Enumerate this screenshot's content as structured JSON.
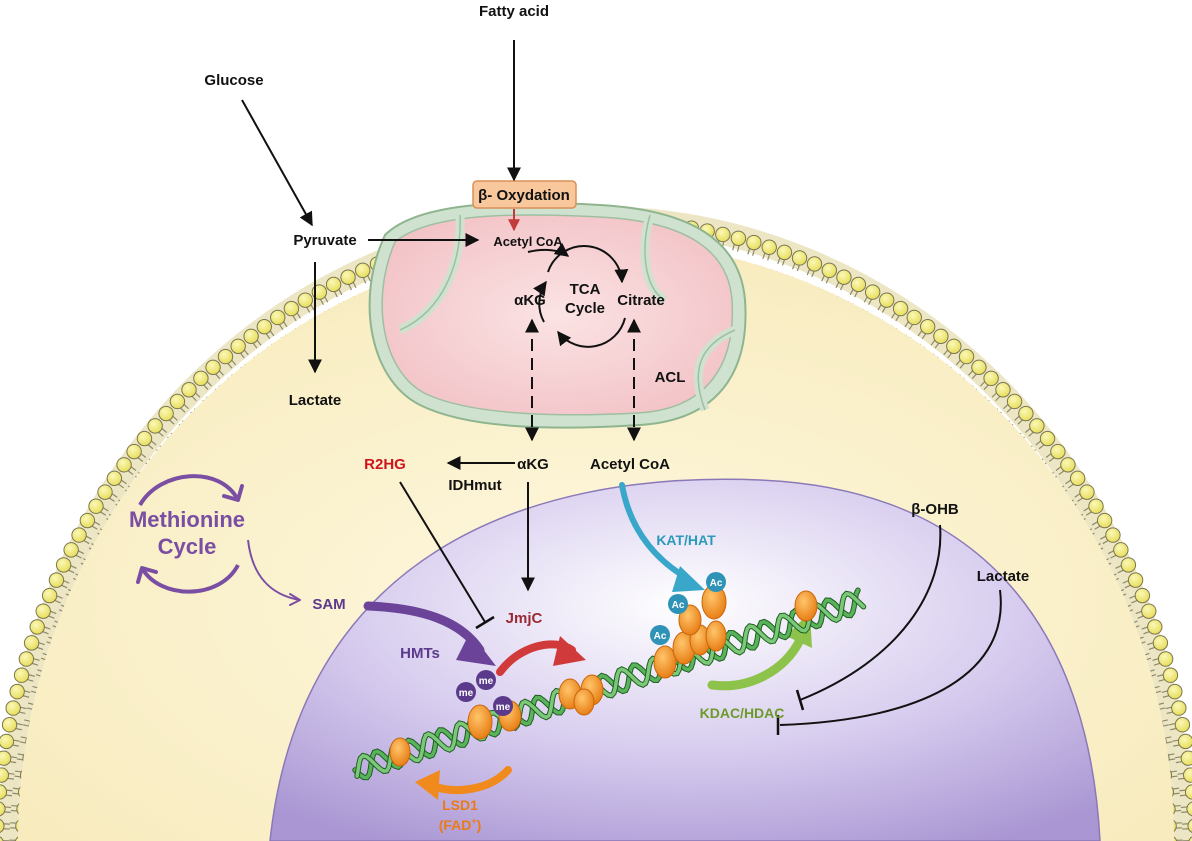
{
  "labels": {
    "fatty_acid": "Fatty acid",
    "glucose": "Glucose",
    "beta_oxidation": "β- Oxydation",
    "pyruvate": "Pyruvate",
    "acetyl_coa_mito": "Acetyl CoA",
    "tca_line1": "TCA",
    "tca_line2": "Cycle",
    "akg_mito": "αKG",
    "citrate": "Citrate",
    "lactate_left": "Lactate",
    "acl": "ACL",
    "r2hg": "R2HG",
    "akg_cyto": "αKG",
    "idhmut": "IDHmut",
    "acetyl_coa_cyto": "Acetyl CoA",
    "methionine_line1": "Methionine",
    "methionine_line2": "Cycle",
    "sam": "SAM",
    "hmts": "HMTs",
    "jmjc": "JmjC",
    "kat_hat": "KAT/HAT",
    "beta_ohb": "β-OHB",
    "lactate_right": "Lactate",
    "kdac_hdac": "KDAC/HDAC",
    "lsd1": "LSD1",
    "fad": "(FAD",
    "fad_sup": "+",
    "fad_close": ")",
    "me_badge": "me",
    "ac_badge": "Ac"
  },
  "colors": {
    "cytoplasm": "#fbf1c8",
    "lipid_head": "#f3ec77",
    "lipid_stroke": "#7a7650",
    "mito_outer": "#cfe2cf",
    "mito_matrix": "#f6d0d2",
    "nucleus": "#c6b8e3",
    "nucleosome": "#f08a1d",
    "dna_green": "#3d8a3a",
    "purple": "#7a4fa3",
    "teal": "#39a7c9",
    "green_arrow": "#8dc34a",
    "red_arrow": "#d13a3a",
    "orange_arrow": "#f08a1d",
    "red_text": "#d0141e"
  }
}
